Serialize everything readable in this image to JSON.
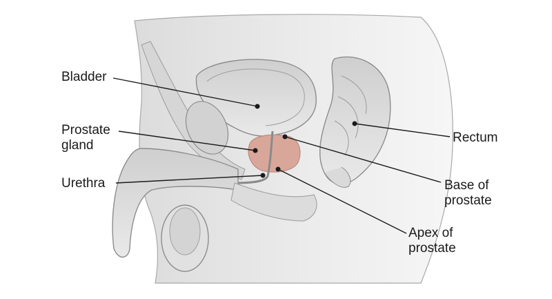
{
  "labels": {
    "bladder": "Bladder",
    "prostate_gland": [
      "Prostate",
      "gland"
    ],
    "urethra": "Urethra",
    "rectum": "Rectum",
    "base_of_prostate": [
      "Base of",
      "prostate"
    ],
    "apex_of_prostate": [
      "Apex of",
      "prostate"
    ]
  },
  "colors": {
    "prostate": "#d8a79a",
    "leader_line": "#1a1a1a",
    "tissue": "#e6e6e6",
    "outline": "#8c8c8c"
  }
}
